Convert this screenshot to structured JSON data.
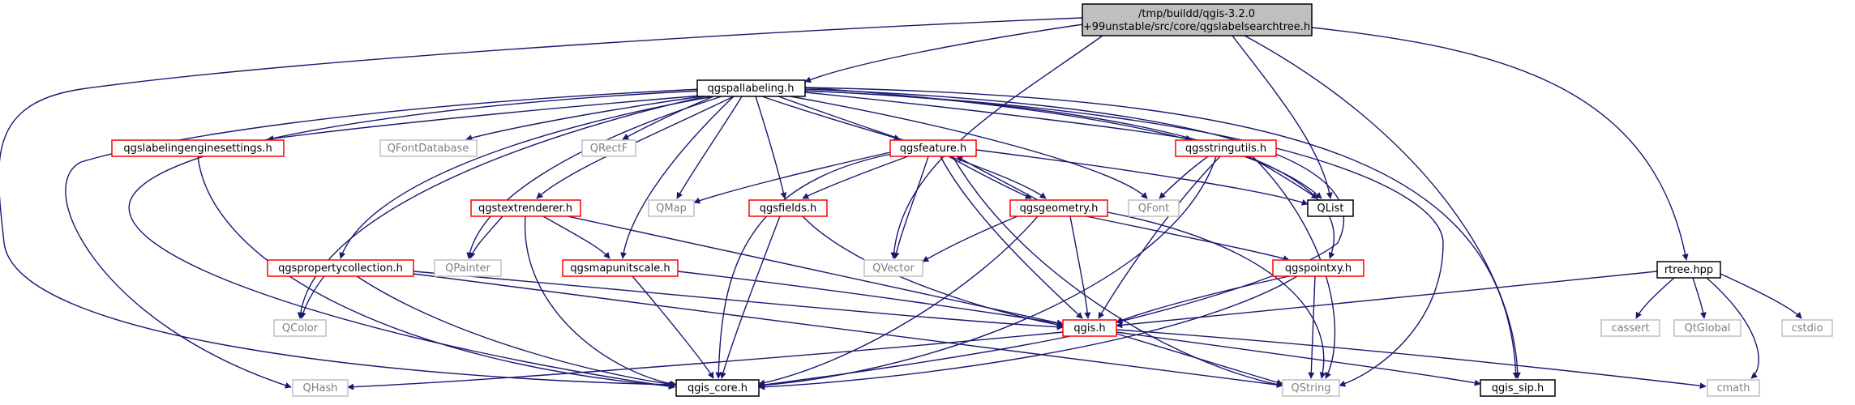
{
  "root": {
    "label_line1": "/tmp/buildd/qgis-3.2.0",
    "label_line2": "+99unstable/src/core/qgslabelsearchtree.h"
  },
  "colors": {
    "edge": "#191970",
    "root_fill": "#bfbfbf",
    "red_border": "#ff0000",
    "black_border": "#000000",
    "gray_border": "#bfbfbf",
    "gray_text": "#808080",
    "text": "#000000"
  },
  "nodes": {
    "qgspallabeling": "qgspallabeling.h",
    "rtree": "rtree.hpp",
    "qgslabelingenginesettings": "qgslabelingenginesettings.h",
    "qfontdatabase": "QFontDatabase",
    "qrectf": "QRectF",
    "qgsfeature": "qgsfeature.h",
    "qgsstringutils": "qgsstringutils.h",
    "qgstextrenderer": "qgstextrenderer.h",
    "qmap": "QMap",
    "qgsfields": "qgsfields.h",
    "qgsgeometry": "qgsgeometry.h",
    "qfont": "QFont",
    "qlist": "QList",
    "qgspropertycollection": "qgspropertycollection.h",
    "qpainter": "QPainter",
    "qgsmapunitscale": "qgsmapunitscale.h",
    "qvector": "QVector",
    "qgspointxy": "qgspointxy.h",
    "qcolor": "QColor",
    "qgis_h": "qgis.h",
    "cassert": "cassert",
    "qtglobal": "QtGlobal",
    "cstdio": "cstdio",
    "qhash": "QHash",
    "qgis_core": "qgis_core.h",
    "qstring": "QString",
    "qgis_sip": "qgis_sip.h",
    "cmath": "cmath"
  }
}
